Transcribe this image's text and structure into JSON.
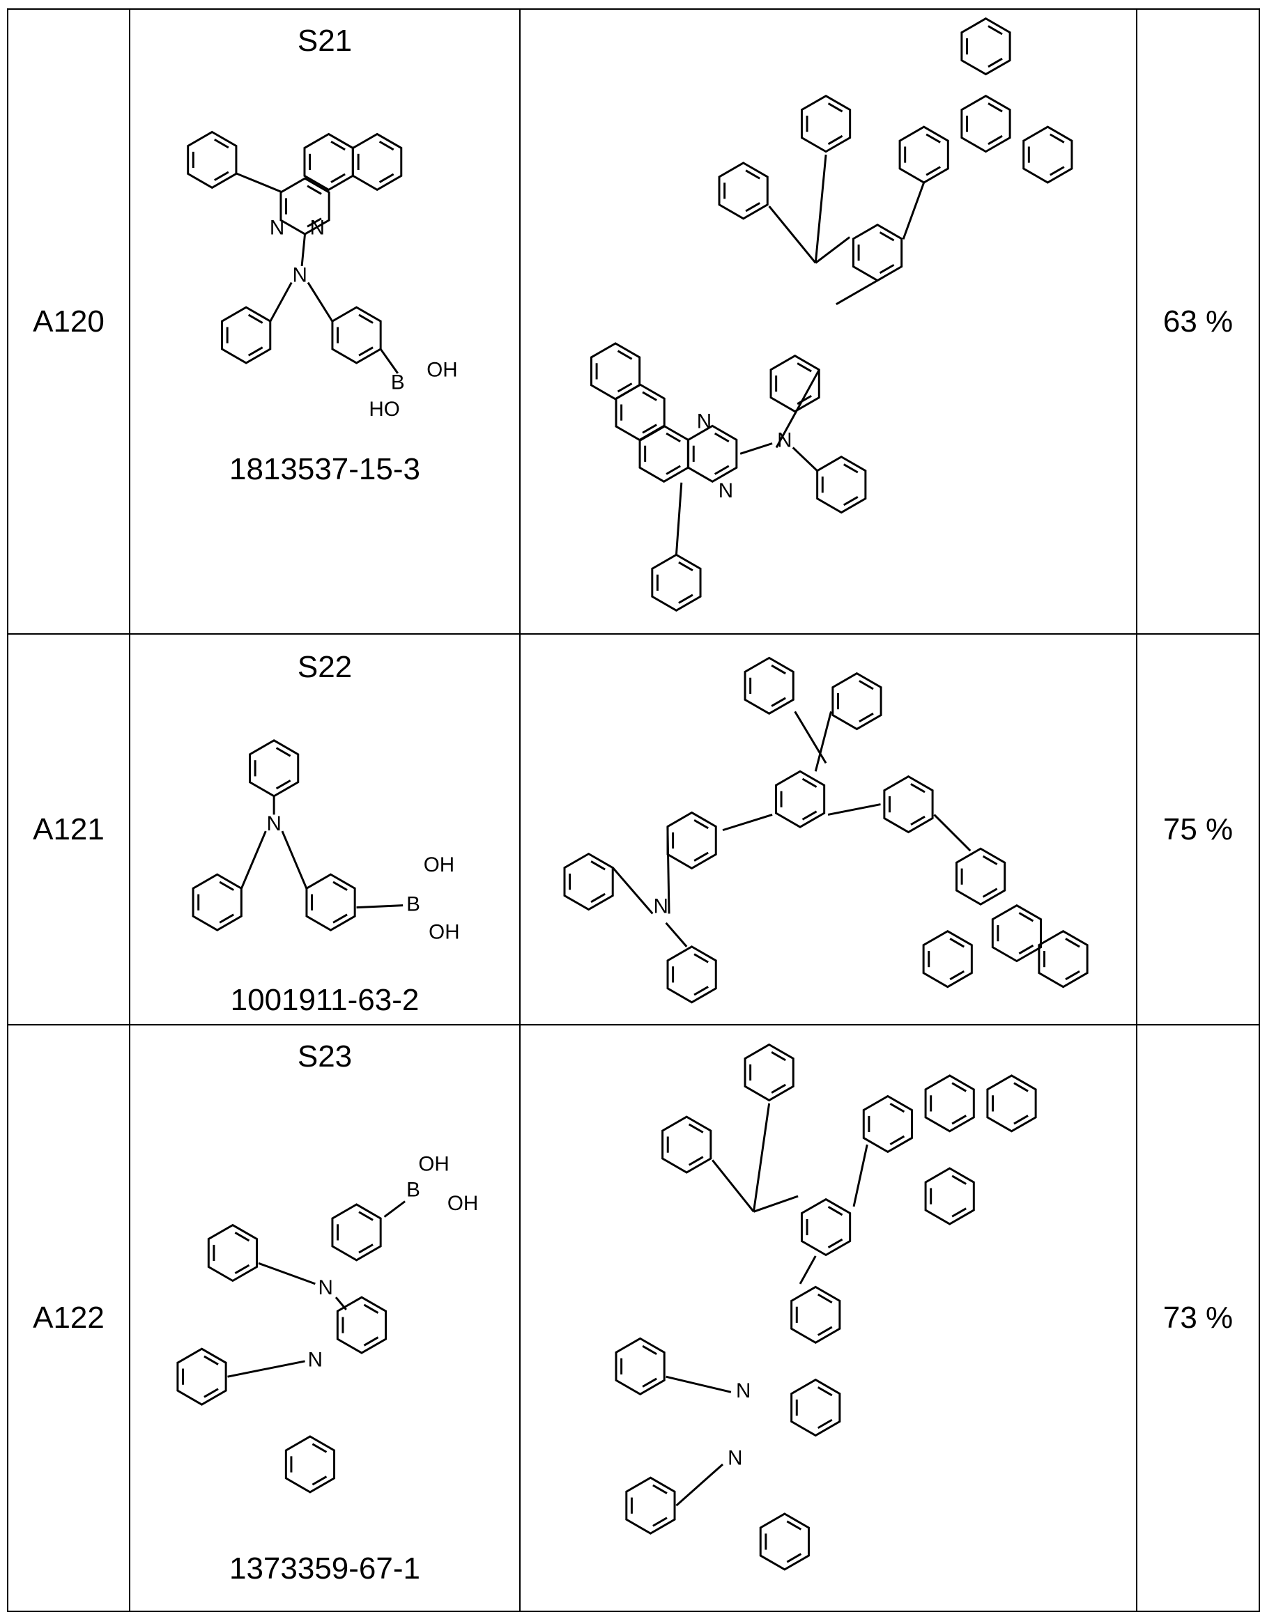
{
  "rows": [
    {
      "id": "A120",
      "reagent": "S21",
      "cas": "1813537-15-3",
      "yield": "63 %"
    },
    {
      "id": "A121",
      "reagent": "S22",
      "cas": "1001911-63-2",
      "yield": "75 %"
    },
    {
      "id": "A122",
      "reagent": "S23",
      "cas": "1373359-67-1",
      "yield": "73 %"
    }
  ],
  "atom_labels": {
    "n": "N",
    "b": "B",
    "oh": "OH",
    "ho": "HO"
  }
}
